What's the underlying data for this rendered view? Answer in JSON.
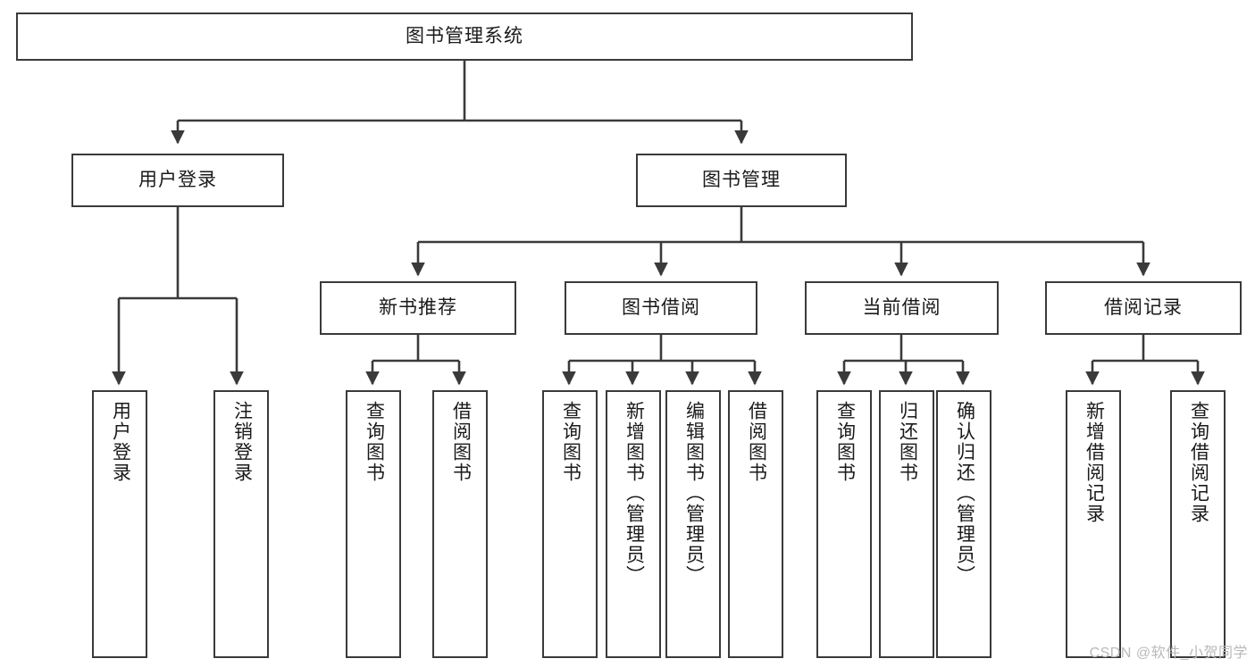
{
  "diagram": {
    "title": "图书管理系统",
    "type": "tree-hierarchy",
    "watermark": "CSDN @软件_小贺同学",
    "colors": {
      "background": "#ffffff",
      "node_border": "#3a3a3a",
      "node_fill": "#ffffff",
      "edge": "#3a3a3a",
      "text": "#1a1a1a",
      "watermark": "#b9b9b9"
    },
    "nodes": {
      "root": {
        "label": "图书管理系统"
      },
      "level1": [
        {
          "label": "用户登录"
        },
        {
          "label": "图书管理"
        }
      ],
      "level2": [
        {
          "label": "新书推荐"
        },
        {
          "label": "图书借阅"
        },
        {
          "label": "当前借阅"
        },
        {
          "label": "借阅记录"
        }
      ],
      "leaves": {
        "user_login": [
          {
            "label": "用户登录"
          },
          {
            "label": "注销登录"
          }
        ],
        "new_book_recommend": [
          {
            "label": "查询图书"
          },
          {
            "label": "借阅图书"
          }
        ],
        "book_borrow": [
          {
            "label": "查询图书"
          },
          {
            "label": "新增图书（管理员）"
          },
          {
            "label": "编辑图书（管理员）"
          },
          {
            "label": "借阅图书"
          }
        ],
        "current_borrow": [
          {
            "label": "查询图书"
          },
          {
            "label": "归还图书"
          },
          {
            "label": "确认归还（管理员）"
          }
        ],
        "borrow_record": [
          {
            "label": "新增借阅记录"
          },
          {
            "label": "查询借阅记录"
          }
        ]
      }
    }
  }
}
